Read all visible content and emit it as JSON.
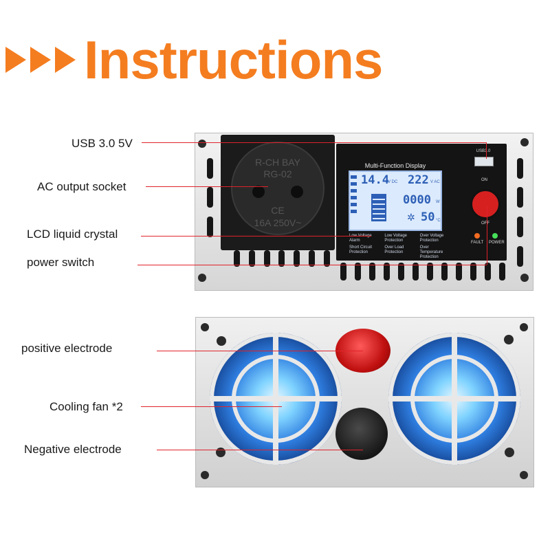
{
  "title": "Instructions",
  "colors": {
    "accent": "#f47d20",
    "callout_line": "#e0222a"
  },
  "callouts": {
    "usb": "USB 3.0 5V",
    "ac_socket": "AC output socket",
    "lcd": "LCD liquid crystal",
    "power_switch": "power switch",
    "positive": "positive electrode",
    "fan": "Cooling fan *2",
    "negative": "Negative electrode"
  },
  "socket": {
    "brand": "R-CH BAY",
    "model": "RG-02",
    "ce": "CE",
    "rating": "16A 250V~"
  },
  "panel": {
    "heading": "Multi-Function Display",
    "usb_label": "USB3.0",
    "switch_on": "ON",
    "switch_off": "OFF",
    "fault": "FAULT",
    "power": "POWER",
    "legend": [
      "Low Voltage Alarm",
      "Low Voltage Protection",
      "Over Voltage Protection",
      "Short Circuit Protection",
      "Over Load Protection",
      "Over Temperature Protection"
    ]
  },
  "lcd": {
    "input_voltage": "14.4",
    "input_unit": "V DC",
    "output_voltage": "222",
    "output_unit": "V AC",
    "load_watts": "0000",
    "load_unit": "W",
    "temperature": "50",
    "temp_unit": "°C"
  }
}
